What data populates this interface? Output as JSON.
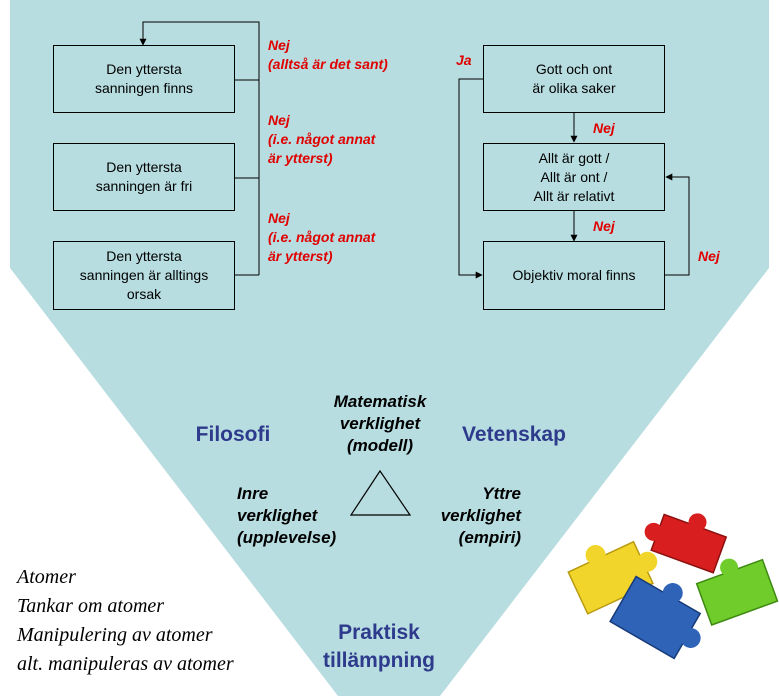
{
  "colors": {
    "panel": "#b7dde0",
    "red_label": "#e00000",
    "blue_label": "#2e3a8c"
  },
  "left_chain": {
    "box1": "Den yttersta\nsanningen finns",
    "box2": "Den yttersta\nsanningen är fri",
    "box3": "Den yttersta\nsanningen är alltings\norsak",
    "nej1": "Nej\n(alltså är det sant)",
    "nej2": "Nej\n(i.e. något annat\när ytterst)",
    "nej3": "Nej\n(i.e. något annat\när ytterst)"
  },
  "right_chain": {
    "box1": "Gott och ont\när olika saker",
    "box2": "Allt är gott /\nAllt är ont /\nAllt är relativt",
    "box3": "Objektiv moral finns",
    "ja": "Ja",
    "nej1": "Nej",
    "nej2": "Nej",
    "nej3": "Nej"
  },
  "triangle": {
    "top": "Matematisk\nverklighet\n(modell)",
    "left": "Inre\nverklighet\n(upplevelse)",
    "right": "Yttre\nverklighet\n(empiri)"
  },
  "fields": {
    "filosofi": "Filosofi",
    "vetenskap": "Vetenskap",
    "praktisk": "Praktisk\ntillämpning"
  },
  "atom_list": [
    "Atomer",
    "Tankar om atomer",
    "Manipulering av atomer",
    "alt. manipuleras av atomer"
  ],
  "puzzle_icon": "puzzle-pieces-icon"
}
